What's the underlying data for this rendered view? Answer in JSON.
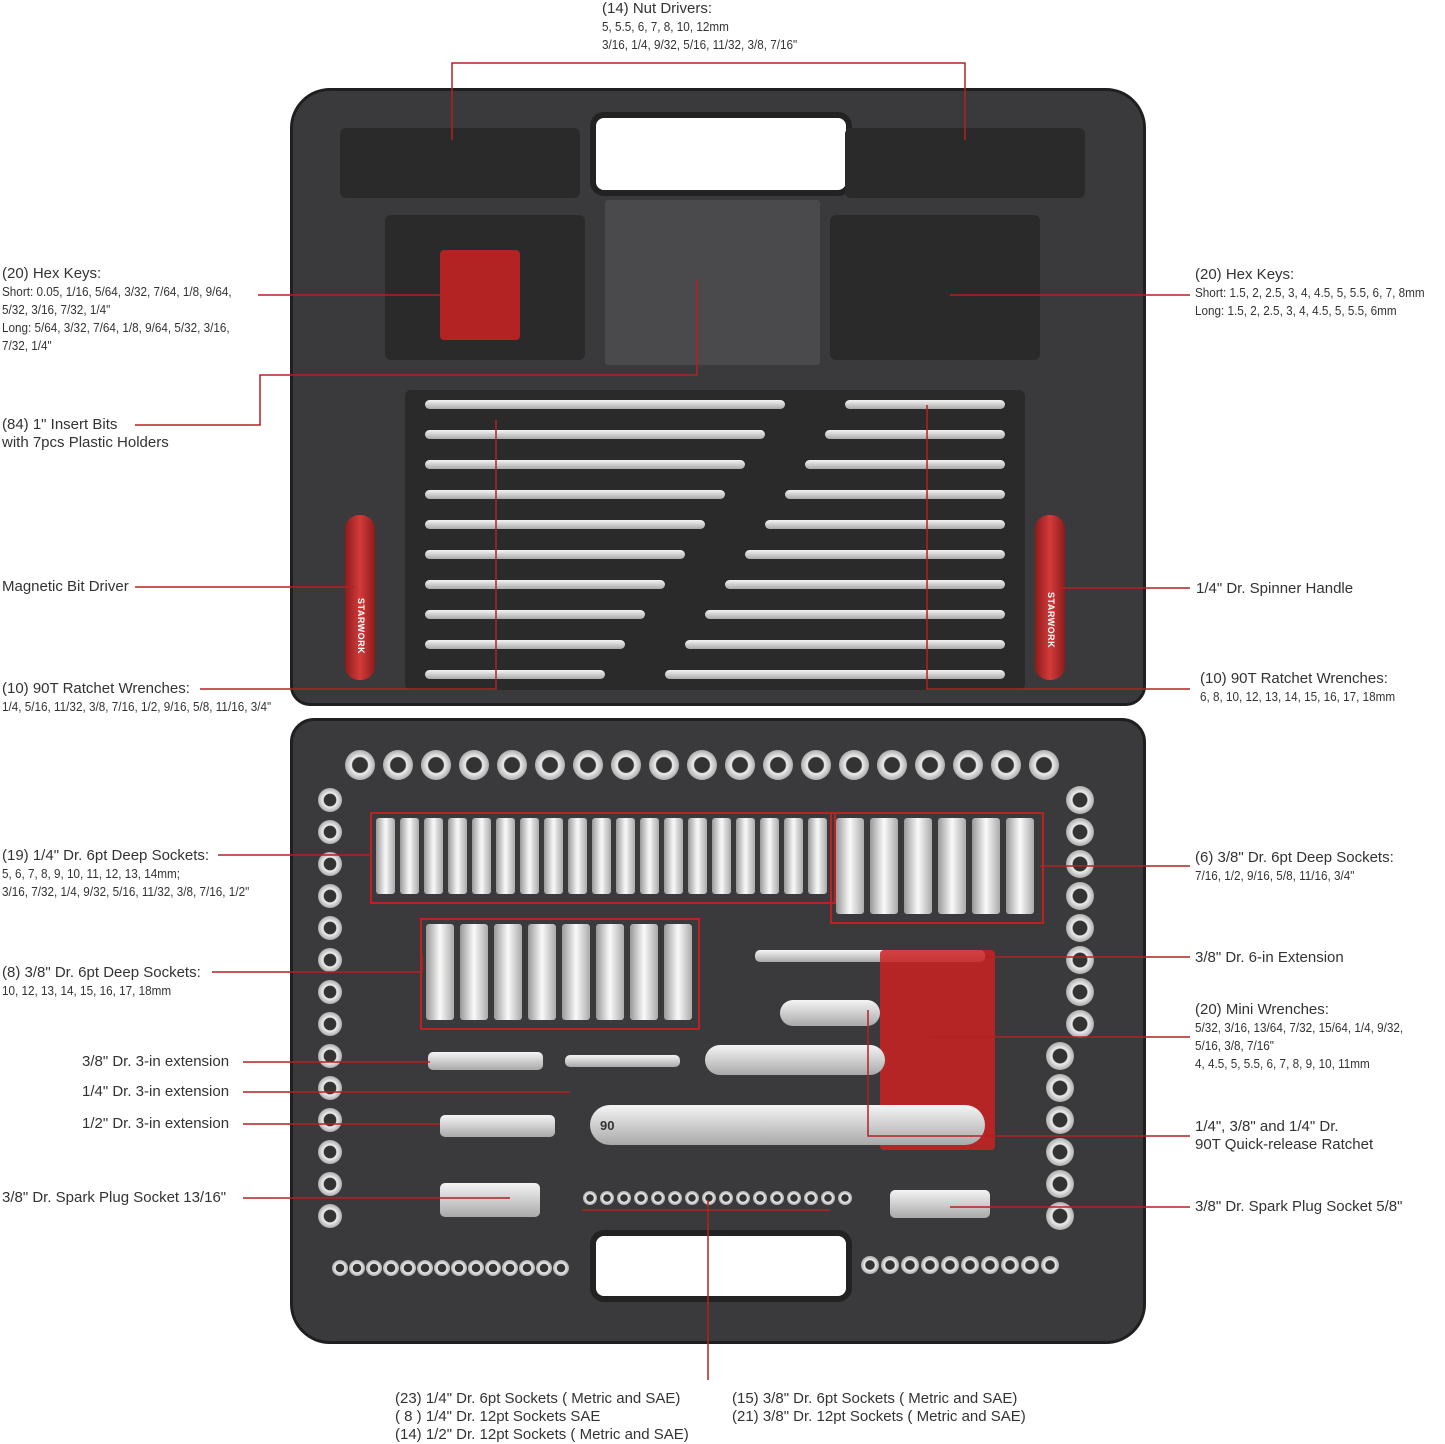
{
  "labels": {
    "nut_drivers": {
      "title": "(14) Nut Drivers:",
      "lines": [
        "5, 5.5, 6, 7, 8, 10, 12mm",
        "3/16, 1/4, 9/32, 5/16, 11/32, 3/8, 7/16\""
      ]
    },
    "hex_keys_sae": {
      "title": "(20) Hex Keys:",
      "lines": [
        "Short: 0.05, 1/16, 5/64, 3/32, 7/64, 1/8, 9/64,",
        "5/32, 3/16, 7/32, 1/4\"",
        "Long: 5/64, 3/32, 7/64, 1/8, 9/64, 5/32, 3/16,",
        "7/32, 1/4\""
      ]
    },
    "hex_keys_metric": {
      "title": "(20) Hex Keys:",
      "lines": [
        "Short: 1.5, 2, 2.5, 3, 4, 4.5, 5, 5.5, 6, 7, 8mm",
        "Long: 1.5, 2, 2.5, 3, 4, 4.5, 5, 5.5, 6mm"
      ]
    },
    "insert_bits": {
      "title": "(84) 1\" Insert Bits",
      "lines": [
        "with 7pcs Plastic Holders"
      ]
    },
    "bit_driver": {
      "title": "Magnetic Bit Driver"
    },
    "spinner": {
      "title": "1/4\" Dr. Spinner Handle"
    },
    "ratchet_wrenches_sae": {
      "title": "(10) 90T Ratchet Wrenches:",
      "lines": [
        "1/4, 5/16, 11/32, 3/8, 7/16, 1/2, 9/16, 5/8, 11/16, 3/4\""
      ]
    },
    "ratchet_wrenches_metric": {
      "title": "(10) 90T Ratchet Wrenches:",
      "lines": [
        "6, 8, 10, 12, 13, 14, 15, 16, 17, 18mm"
      ]
    },
    "deep_quarter": {
      "title": "(19) 1/4\" Dr. 6pt Deep Sockets:",
      "lines": [
        "5, 6, 7, 8, 9, 10, 11, 12, 13, 14mm;",
        "3/16, 7/32, 1/4, 9/32, 5/16, 11/32, 3/8, 7/16, 1/2\""
      ]
    },
    "deep_38_sae": {
      "title": "(6) 3/8\" Dr. 6pt Deep Sockets:",
      "lines": [
        "7/16, 1/2, 9/16, 5/8, 11/16, 3/4\""
      ]
    },
    "deep_38_metric": {
      "title": "(8) 3/8\" Dr. 6pt Deep Sockets:",
      "lines": [
        "10, 12, 13, 14, 15, 16, 17, 18mm"
      ]
    },
    "ext_6in": {
      "title": "3/8\" Dr. 6-in Extension"
    },
    "mini_wrenches": {
      "title": "(20) Mini Wrenches:",
      "lines": [
        "5/32, 3/16, 13/64, 7/32, 15/64, 1/4, 9/32,",
        "5/16, 3/8, 7/16\"",
        "4, 4.5, 5, 5.5, 6, 7, 8, 9, 10, 11mm"
      ]
    },
    "ext_38_3in": {
      "title": "3/8\" Dr. 3-in extension"
    },
    "ext_14_3in": {
      "title": "1/4\" Dr. 3-in extension"
    },
    "ext_12_3in": {
      "title": "1/2\" Dr. 3-in extension"
    },
    "ratchets": {
      "title": "1/4\", 3/8\" and 1/4\" Dr.",
      "lines": [
        "90T Quick-release Ratchet"
      ]
    },
    "spark_1316": {
      "title": "3/8\" Dr. Spark Plug Socket 13/16\""
    },
    "spark_58": {
      "title": "3/8\" Dr. Spark Plug Socket 5/8\""
    },
    "sockets_quarter": {
      "lines": [
        "(23) 1/4\" Dr. 6pt Sockets ( Metric and SAE)",
        "( 8 ) 1/4\" Dr. 12pt Sockets SAE",
        "(14) 1/2\" Dr. 12pt Sockets ( Metric and SAE)"
      ]
    },
    "sockets_38": {
      "lines": [
        "(15) 3/8\" Dr. 6pt Sockets ( Metric and SAE)",
        "(21) 3/8\" Dr. 12pt Sockets ( Metric and SAE)"
      ]
    }
  },
  "product": {
    "brand": "STARWORK",
    "ratchet_marking": "90"
  },
  "colors": {
    "leader": "#b22222",
    "case": "#3a3a3c",
    "handle": "#c62828"
  }
}
